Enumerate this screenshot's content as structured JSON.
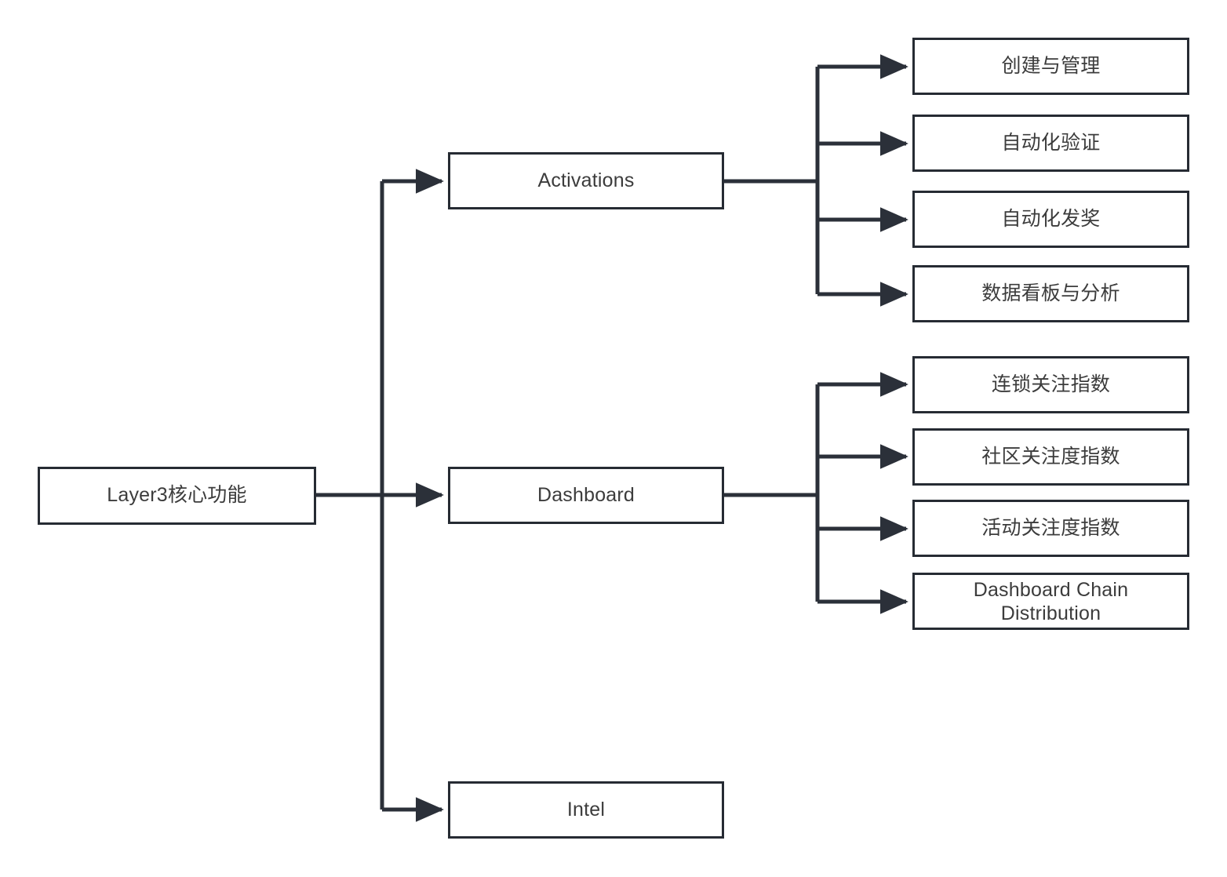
{
  "diagram": {
    "title": "Layer3核心功能",
    "type": "tree-flowchart",
    "orientation": "left-to-right",
    "colors": {
      "node_border": "#262b33",
      "node_fill": "#ffffff",
      "edge": "#2b3039",
      "text": "#3c3c3c",
      "background": "#ffffff"
    },
    "root": {
      "label": "Layer3核心功能"
    },
    "branches": [
      {
        "label": "Activations",
        "children": [
          {
            "label": "创建与管理"
          },
          {
            "label": "自动化验证"
          },
          {
            "label": "自动化发奖"
          },
          {
            "label": "数据看板与分析"
          }
        ]
      },
      {
        "label": "Dashboard",
        "children": [
          {
            "label": "连锁关注指数"
          },
          {
            "label": "社区关注度指数"
          },
          {
            "label": "活动关注度指数"
          },
          {
            "label": "Dashboard Chain\nDistribution"
          }
        ]
      },
      {
        "label": "Intel",
        "children": []
      }
    ]
  }
}
